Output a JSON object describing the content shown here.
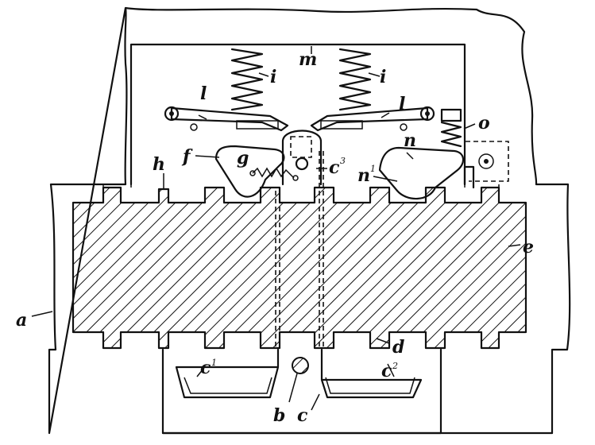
{
  "diagram": {
    "labels": {
      "a": "a",
      "b": "b",
      "c": "c",
      "c1": "c",
      "c1_sup": "1",
      "c2": "c",
      "c2_sup": "2",
      "c3": "c",
      "c3_sup": "3",
      "d": "d",
      "e": "e",
      "f": "f",
      "g": "g",
      "h": "h",
      "i_left": "i",
      "i_right": "i",
      "l_left": "l",
      "l_right": "l",
      "m": "m",
      "n": "n",
      "n1": "n",
      "n1_sup": "1",
      "o": "o"
    }
  }
}
